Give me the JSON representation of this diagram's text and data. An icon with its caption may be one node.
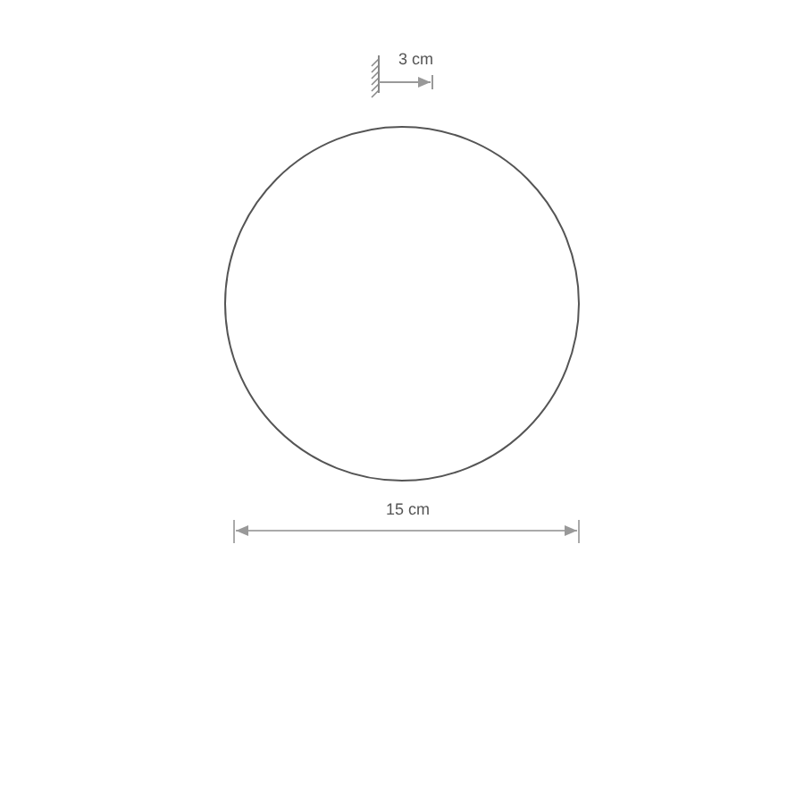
{
  "diagram": {
    "nodes": [
      {
        "text": [],
        "shape": "circle"
      }
    ],
    "labels": [
      "3 cm",
      "15 cm"
    ]
  }
}
